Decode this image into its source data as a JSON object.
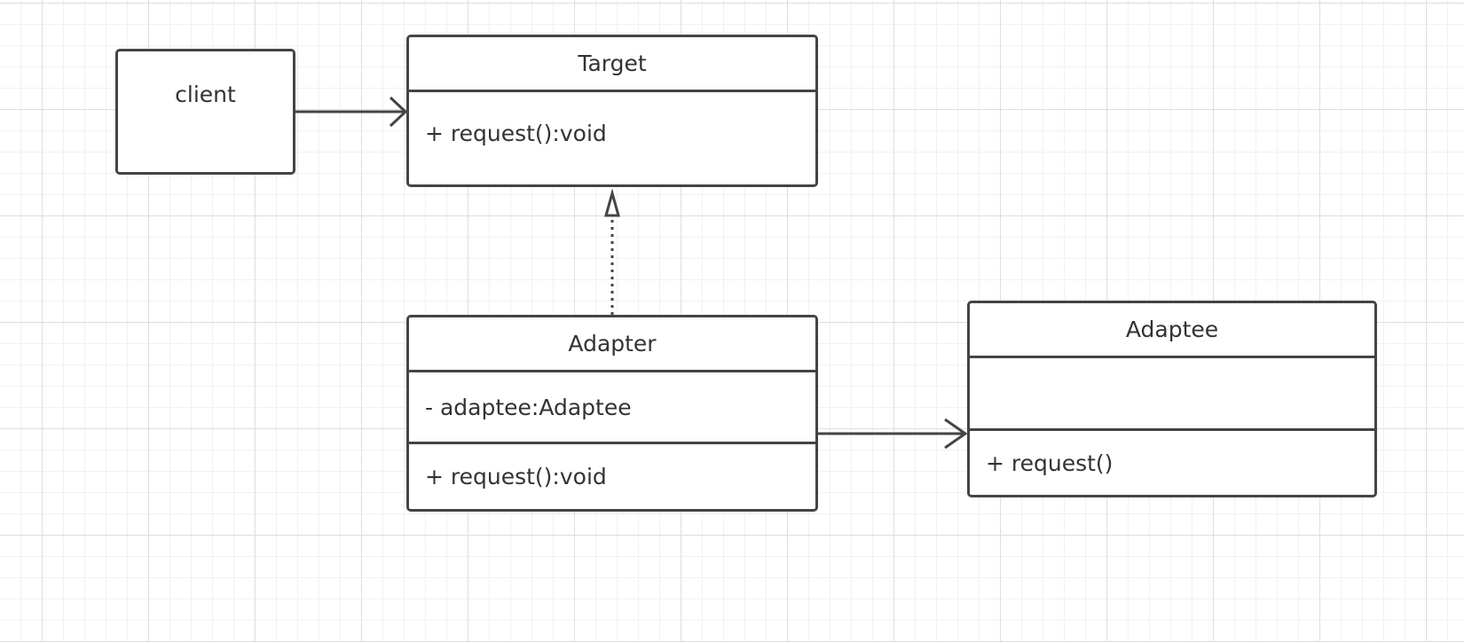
{
  "diagram": {
    "client": {
      "label": "client"
    },
    "target": {
      "name": "Target",
      "methods": [
        "+ request():void"
      ]
    },
    "adapter": {
      "name": "Adapter",
      "attributes": [
        "- adaptee:Adaptee"
      ],
      "methods": [
        "+ request():void"
      ]
    },
    "adaptee": {
      "name": "Adaptee",
      "attributes": [],
      "methods": [
        "+ request()"
      ]
    }
  },
  "relations": [
    {
      "from": "client",
      "to": "target",
      "kind": "association"
    },
    {
      "from": "adapter",
      "to": "target",
      "kind": "realization"
    },
    {
      "from": "adapter",
      "to": "adaptee",
      "kind": "association"
    }
  ]
}
